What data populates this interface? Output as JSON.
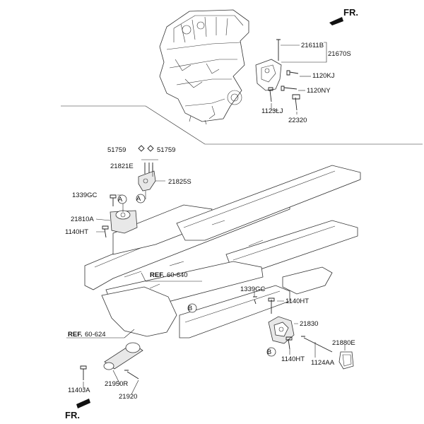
{
  "direction_top": "FR.",
  "direction_bottom": "FR.",
  "callouts": {
    "a1": "A",
    "a2": "A",
    "b1": "B",
    "b2": "B"
  },
  "refs": {
    "ref1_prefix": "REF.",
    "ref1_num": "60-640",
    "ref2_prefix": "REF.",
    "ref2_num": "60-624"
  },
  "parts": {
    "p21611B": "21611B",
    "p21670S": "21670S",
    "p1120KJ": "1120KJ",
    "p1120NY": "1120NY",
    "p1123LJ": "1123LJ",
    "p22320": "22320",
    "p51759a": "51759",
    "p51759b": "51759",
    "p21821E": "21821E",
    "p21825S": "21825S",
    "p1339GCa": "1339GC",
    "p21810A": "21810A",
    "p1140HTa": "1140HT",
    "p1339GCb": "1339GC",
    "p1140HTb": "1140HT",
    "p21830": "21830",
    "p1140HTc": "1140HT",
    "p1124AA": "1124AA",
    "p21880E": "21880E",
    "p1140JA": "1140JA",
    "p21950R": "21950R",
    "p21920": "21920"
  }
}
